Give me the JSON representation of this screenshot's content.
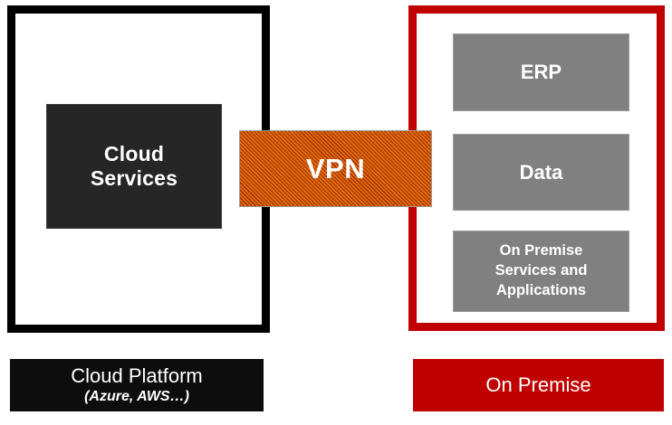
{
  "diagram": {
    "title": "Cloud Platform to On Premise VPN connectivity diagram",
    "type": "architecture-diagram"
  },
  "colors": {
    "cloud_frame_border": "#000000",
    "on_premise_frame_border": "#C00000",
    "cloud_services_fill": "#262626",
    "grey_node_fill": "#808080",
    "vpn_fill": "#E2700B",
    "vpn_hatch": "#9E2A06",
    "legend_cloud_fill": "#0D0D0D",
    "legend_on_premise_fill": "#C00000",
    "node_text": "#FFFFFF",
    "canvas_background": "#FFFFFF"
  },
  "left_zone": {
    "frame_name": "cloud-platform-frame",
    "nodes": [
      {
        "id": "cloud-services",
        "label": "Cloud\nServices"
      }
    ],
    "legend": {
      "title": "Cloud Platform",
      "subtitle": "(Azure, AWS…)"
    }
  },
  "connector": {
    "id": "vpn",
    "label": "VPN",
    "style": "diagonal-hatch",
    "connects": [
      "cloud-platform-frame",
      "on-premise-frame"
    ]
  },
  "right_zone": {
    "frame_name": "on-premise-frame",
    "nodes": [
      {
        "id": "erp",
        "label": "ERP"
      },
      {
        "id": "data",
        "label": "Data"
      },
      {
        "id": "on-premise-services",
        "label": "On Premise\nServices and\nApplications"
      }
    ],
    "legend": {
      "title": "On Premise",
      "subtitle": ""
    }
  }
}
